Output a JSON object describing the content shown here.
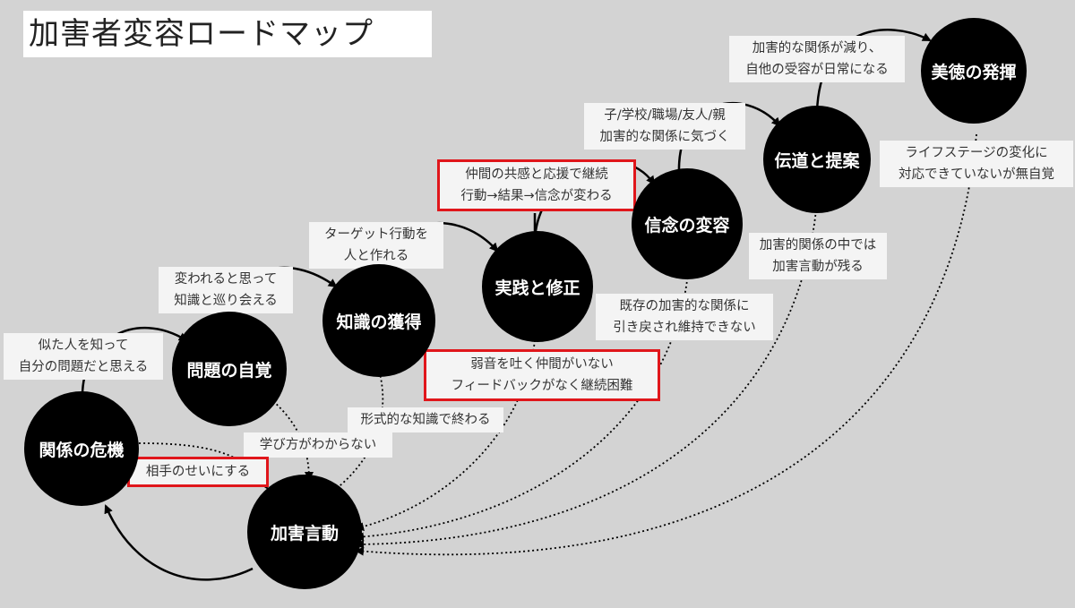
{
  "title": "加害者変容ロードマップ",
  "nodes": {
    "kiki": "関係の危機",
    "jikaku": "問題の自覚",
    "kakutoku": "知識の獲得",
    "jissen": "実践と修正",
    "henyou": "信念の変容",
    "dendou": "伝道と提案",
    "bitoku": "美徳の発揮",
    "kagai": "加害言動"
  },
  "labels": {
    "niteru": [
      "似た人を知って",
      "自分の問題だと思える"
    ],
    "aite": [
      "相手のせいにする"
    ],
    "kawareru": [
      "変われると思って",
      "知識と巡り会える"
    ],
    "manabi": [
      "学び方がわからない"
    ],
    "target": [
      "ターゲット行動を",
      "人と作れる"
    ],
    "keishiki": [
      "形式的な知識で終わる"
    ],
    "nakama": [
      "仲間の共感と応援で継続",
      "行動→結果→信念が変わる"
    ],
    "yowane": [
      "弱音を吐く仲間がいない",
      "フィードバックがなく継続困難"
    ],
    "kodomo": [
      "子/学校/職場/友人/親",
      "加害的な関係に気づく"
    ],
    "kizon": [
      "既存の加害的な関係に",
      "引き戻され維持できない"
    ],
    "kagaiteki": [
      "加害的な関係が減り、",
      "自他の受容が日常になる"
    ],
    "kankei": [
      "加害的関係の中では",
      "加害言動が残る"
    ],
    "life": [
      "ライフステージの変化に",
      "対応できていないが無自覚"
    ]
  },
  "colors": {
    "background": "#d3d3d3",
    "node": "#000000",
    "highlight": "#e0161b"
  }
}
